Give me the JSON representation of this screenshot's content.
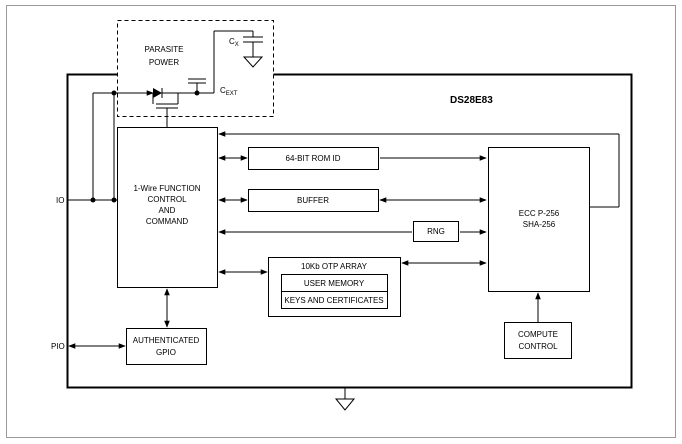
{
  "diagram": {
    "chip_name": "DS28E83",
    "parasite_power": [
      "PARASITE",
      "POWER"
    ],
    "cx_label": "C",
    "cx_sub": "X",
    "cext_label": "C",
    "cext_sub": "EXT",
    "wire_control": [
      "1-Wire FUNCTION",
      "CONTROL",
      "AND",
      "COMMAND"
    ],
    "rom_id": "64-BIT ROM ID",
    "buffer": "BUFFER",
    "rng": "RNG",
    "otp_array": "10Kb OTP ARRAY",
    "user_memory": "USER MEMORY",
    "keys_certs": "KEYS AND CERTIFICATES",
    "ecc": [
      "ECC P-256",
      "SHA-256"
    ],
    "compute_control": [
      "COMPUTE",
      "CONTROL"
    ],
    "auth_gpio": [
      "AUTHENTICATED",
      "GPIO"
    ],
    "io_pin": "IO",
    "pio_pin": "PIO"
  }
}
